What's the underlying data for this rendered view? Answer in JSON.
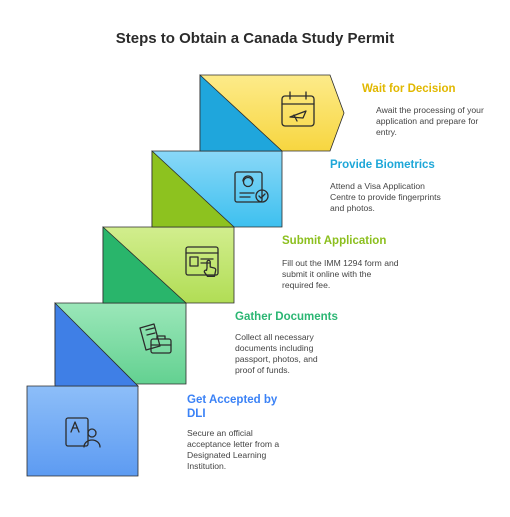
{
  "title": "Steps to Obtain a Canada Study Permit",
  "steps": [
    {
      "title": "Wait for Decision",
      "description": "Await the processing of your application and prepare for entry.",
      "color": "#e8c21a",
      "icon": "calendar-check-icon"
    },
    {
      "title": "Provide Biometrics",
      "description": "Attend a Visa Application Centre to provide fingerprints and photos.",
      "color": "#1ea7d8",
      "icon": "biometric-id-icon"
    },
    {
      "title": "Submit Application",
      "description": "Fill out the IMM 1294 form and submit it online with the required fee.",
      "color": "#8cbf1e",
      "icon": "online-form-icon"
    },
    {
      "title": "Gather Documents",
      "description": "Collect all necessary documents including passport, photos, and proof of funds.",
      "color": "#2bb673",
      "icon": "documents-briefcase-icon"
    },
    {
      "title": "Get Accepted by DLI",
      "description": "Secure an official acceptance letter from a Designated Learning Institution.",
      "color": "#3b82f6",
      "icon": "acceptance-letter-icon"
    }
  ]
}
